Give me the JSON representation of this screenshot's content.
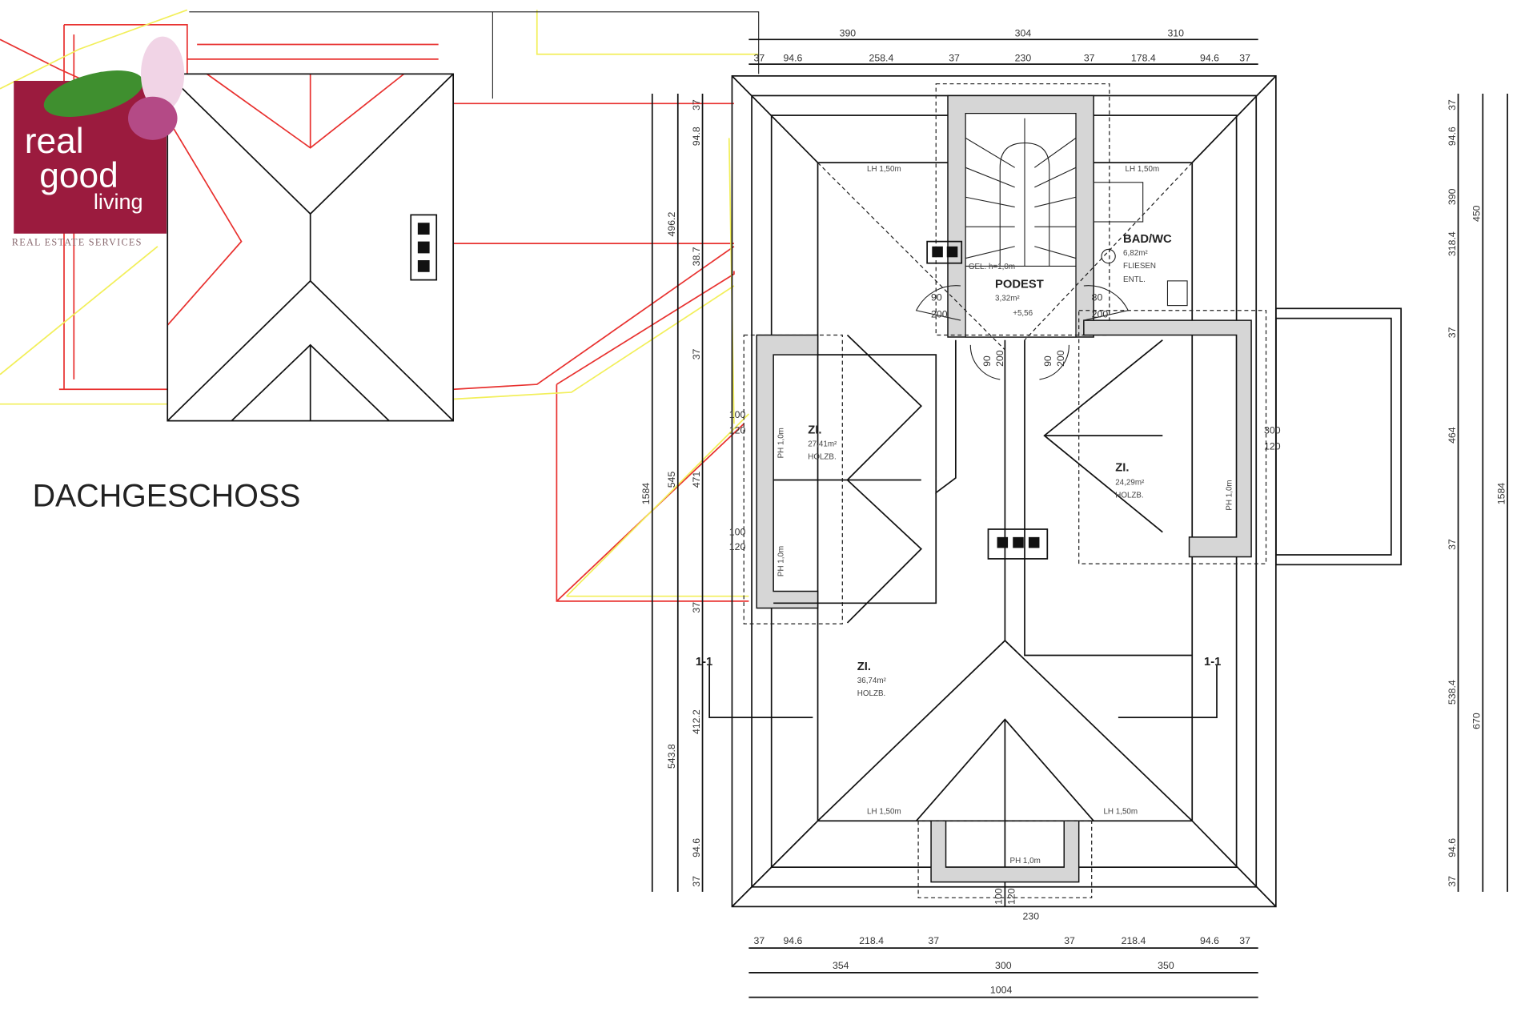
{
  "title": "DACHGESCHOSS",
  "logo": {
    "line1": "real",
    "line2": "good",
    "line3": "living",
    "tagline": "REAL ESTATE SERVICES",
    "brand_color": "#9b1b3e"
  },
  "rooms": {
    "zi_left": {
      "name": "ZI.",
      "area": "27,41m²",
      "floor": "HOLZB."
    },
    "zi_right": {
      "name": "ZI.",
      "area": "24,29m²",
      "floor": "HOLZB."
    },
    "zi_bottom": {
      "name": "ZI.",
      "area": "36,74m²",
      "floor": "HOLZB."
    },
    "bad": {
      "name": "BAD/WC",
      "area": "6,82m²",
      "floor": "FLIESEN",
      "extra": "ENTL."
    },
    "podest": {
      "name": "PODEST",
      "area": "3,32m²",
      "level": "+5,56",
      "railing": "GEL. h=1,0m"
    }
  },
  "notes": {
    "lh": "LH 1,50m",
    "ph": "PH 1,0m",
    "section": "1-1"
  },
  "doors": {
    "d1_w": "90",
    "d1_h": "200",
    "d2_w": "80",
    "d2_h": "200",
    "w1_w": "100",
    "w1_h": "120",
    "w2_w": "100",
    "w2_h": "120",
    "w3_w": "300",
    "w3_h": "120",
    "d3_w": "90",
    "d3_h": "200",
    "d4_w": "90",
    "d4_h": "200",
    "w4_w": "100",
    "w4_h": "120"
  },
  "dims": {
    "top_row1": [
      "390",
      "304",
      "310"
    ],
    "top_row2": [
      "37",
      "94.6",
      "258.4",
      "37",
      "230",
      "37",
      "178.4",
      "94.6",
      "37"
    ],
    "bottom_row1": [
      "37",
      "94.6",
      "218.4",
      "37",
      "37",
      "218.4",
      "94.6",
      "37"
    ],
    "bottom_row2": [
      "354",
      "300",
      "350"
    ],
    "bottom_total": "1004",
    "bottom_center": "230",
    "left_inner": [
      "37",
      "94.8",
      "38.7",
      "37",
      "471",
      "37",
      "412.2",
      "94.6",
      "37"
    ],
    "left_mid": [
      "496.2",
      "545",
      "543.8"
    ],
    "left_total": "1584",
    "right_inner": [
      "37",
      "94.6",
      "390",
      "318.4",
      "37",
      "464",
      "37",
      "538.4",
      "94.6",
      "37"
    ],
    "right_mid": [
      "450",
      "670"
    ],
    "right_total": "1584"
  }
}
